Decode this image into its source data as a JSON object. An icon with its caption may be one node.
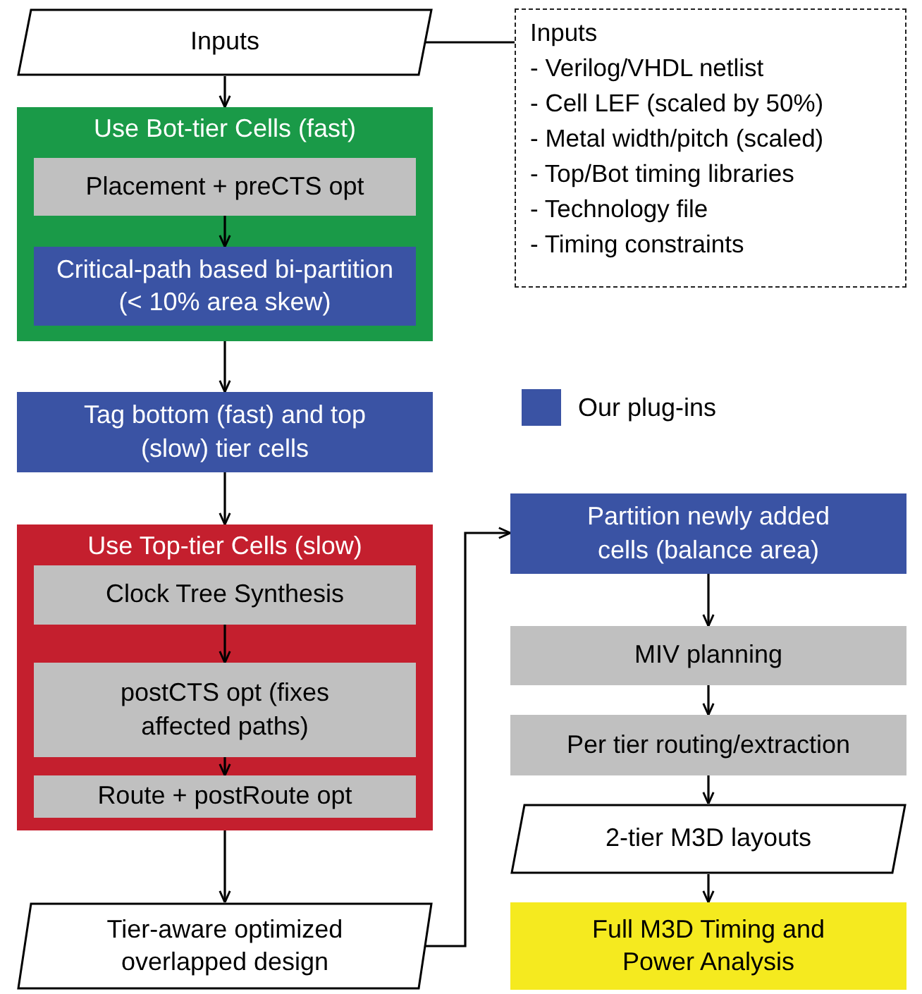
{
  "diagram": {
    "nodes": [
      {
        "text": [
          "Inputs"
        ]
      },
      {
        "text": [
          "Inputs",
          "- Verilog/VHDL netlist",
          "- Cell LEF (scaled by 50%)",
          "- Metal width/pitch (scaled)",
          "- Top/Bot timing libraries",
          "- Technology file",
          "- Timing constraints"
        ]
      },
      {
        "text": [
          "Use Bot-tier Cells (fast)"
        ]
      },
      {
        "text": [
          "Placement + preCTS opt"
        ],
        "in": 2
      },
      {
        "text": [
          "Critical-path based bi-partition (< 10% area skew)"
        ],
        "in": 2
      },
      {
        "text": [
          "Tag bottom (fast) and top (slow) tier cells"
        ]
      },
      {
        "text": [
          "Use Top-tier Cells (slow)"
        ]
      },
      {
        "text": [
          "Clock Tree Synthesis"
        ],
        "in": 6
      },
      {
        "text": [
          "postCTS opt (fixes affected paths)"
        ],
        "in": 6
      },
      {
        "text": [
          "Route + postRoute opt"
        ],
        "in": 6
      },
      {
        "text": [
          "Tier-aware optimized overlapped design"
        ]
      },
      {
        "text": [
          "Partition newly added cells (balance area)"
        ]
      },
      {
        "text": [
          "MIV planning"
        ]
      },
      {
        "text": [
          "Per tier routing/extraction"
        ]
      },
      {
        "text": [
          "2-tier M3D layouts"
        ]
      },
      {
        "text": [
          "Full M3D Timing and Power Analysis"
        ]
      }
    ],
    "edges": [
      {
        "from": 0,
        "to": 1,
        "arrow": "none"
      },
      {
        "from": 0,
        "to": 2,
        "arrow": "to"
      },
      {
        "from": 3,
        "to": 4,
        "arrow": "to"
      },
      {
        "from": 2,
        "to": 5,
        "arrow": "to"
      },
      {
        "from": 5,
        "to": 6,
        "arrow": "to"
      },
      {
        "from": 7,
        "to": 8,
        "arrow": "to"
      },
      {
        "from": 8,
        "to": 9,
        "arrow": "to"
      },
      {
        "from": 6,
        "to": 10,
        "arrow": "to"
      },
      {
        "from": 10,
        "to": 11,
        "arrow": "to"
      },
      {
        "from": 11,
        "to": 12,
        "arrow": "to"
      },
      {
        "from": 12,
        "to": 13,
        "arrow": "to"
      },
      {
        "from": 13,
        "to": 14,
        "arrow": "to"
      },
      {
        "from": 14,
        "to": 15,
        "arrow": "to"
      }
    ],
    "legend": [
      {
        "text": "Our plug-ins",
        "color": "#3a53a4"
      }
    ]
  }
}
